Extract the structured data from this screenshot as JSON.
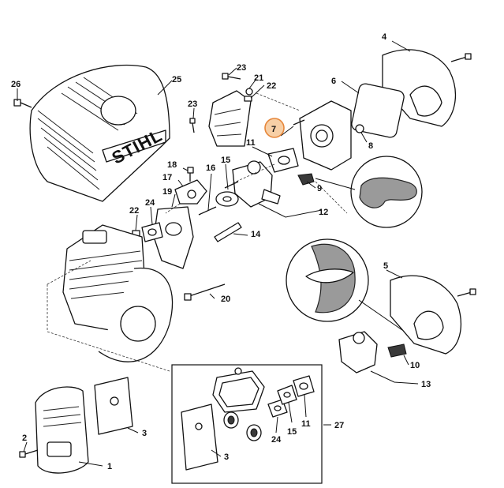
{
  "brand_text": "STIHL",
  "highlight_color": "#f7cfa6",
  "callouts": {
    "c1": "1",
    "c2": "2",
    "c3a": "3",
    "c3b": "3",
    "c4": "4",
    "c5": "5",
    "c6": "6",
    "c7": "7",
    "c8": "8",
    "c9": "9",
    "c10": "10",
    "c11a": "11",
    "c11b": "11",
    "c12": "12",
    "c13": "13",
    "c14": "14",
    "c15a": "15",
    "c15b": "15",
    "c16": "16",
    "c17": "17",
    "c18": "18",
    "c19": "19",
    "c20": "20",
    "c21": "21",
    "c22a": "22",
    "c22b": "22",
    "c23a": "23",
    "c23b": "23",
    "c24a": "24",
    "c24b": "24",
    "c25": "25",
    "c26": "26",
    "c27": "27"
  },
  "highlighted_callout": "7"
}
